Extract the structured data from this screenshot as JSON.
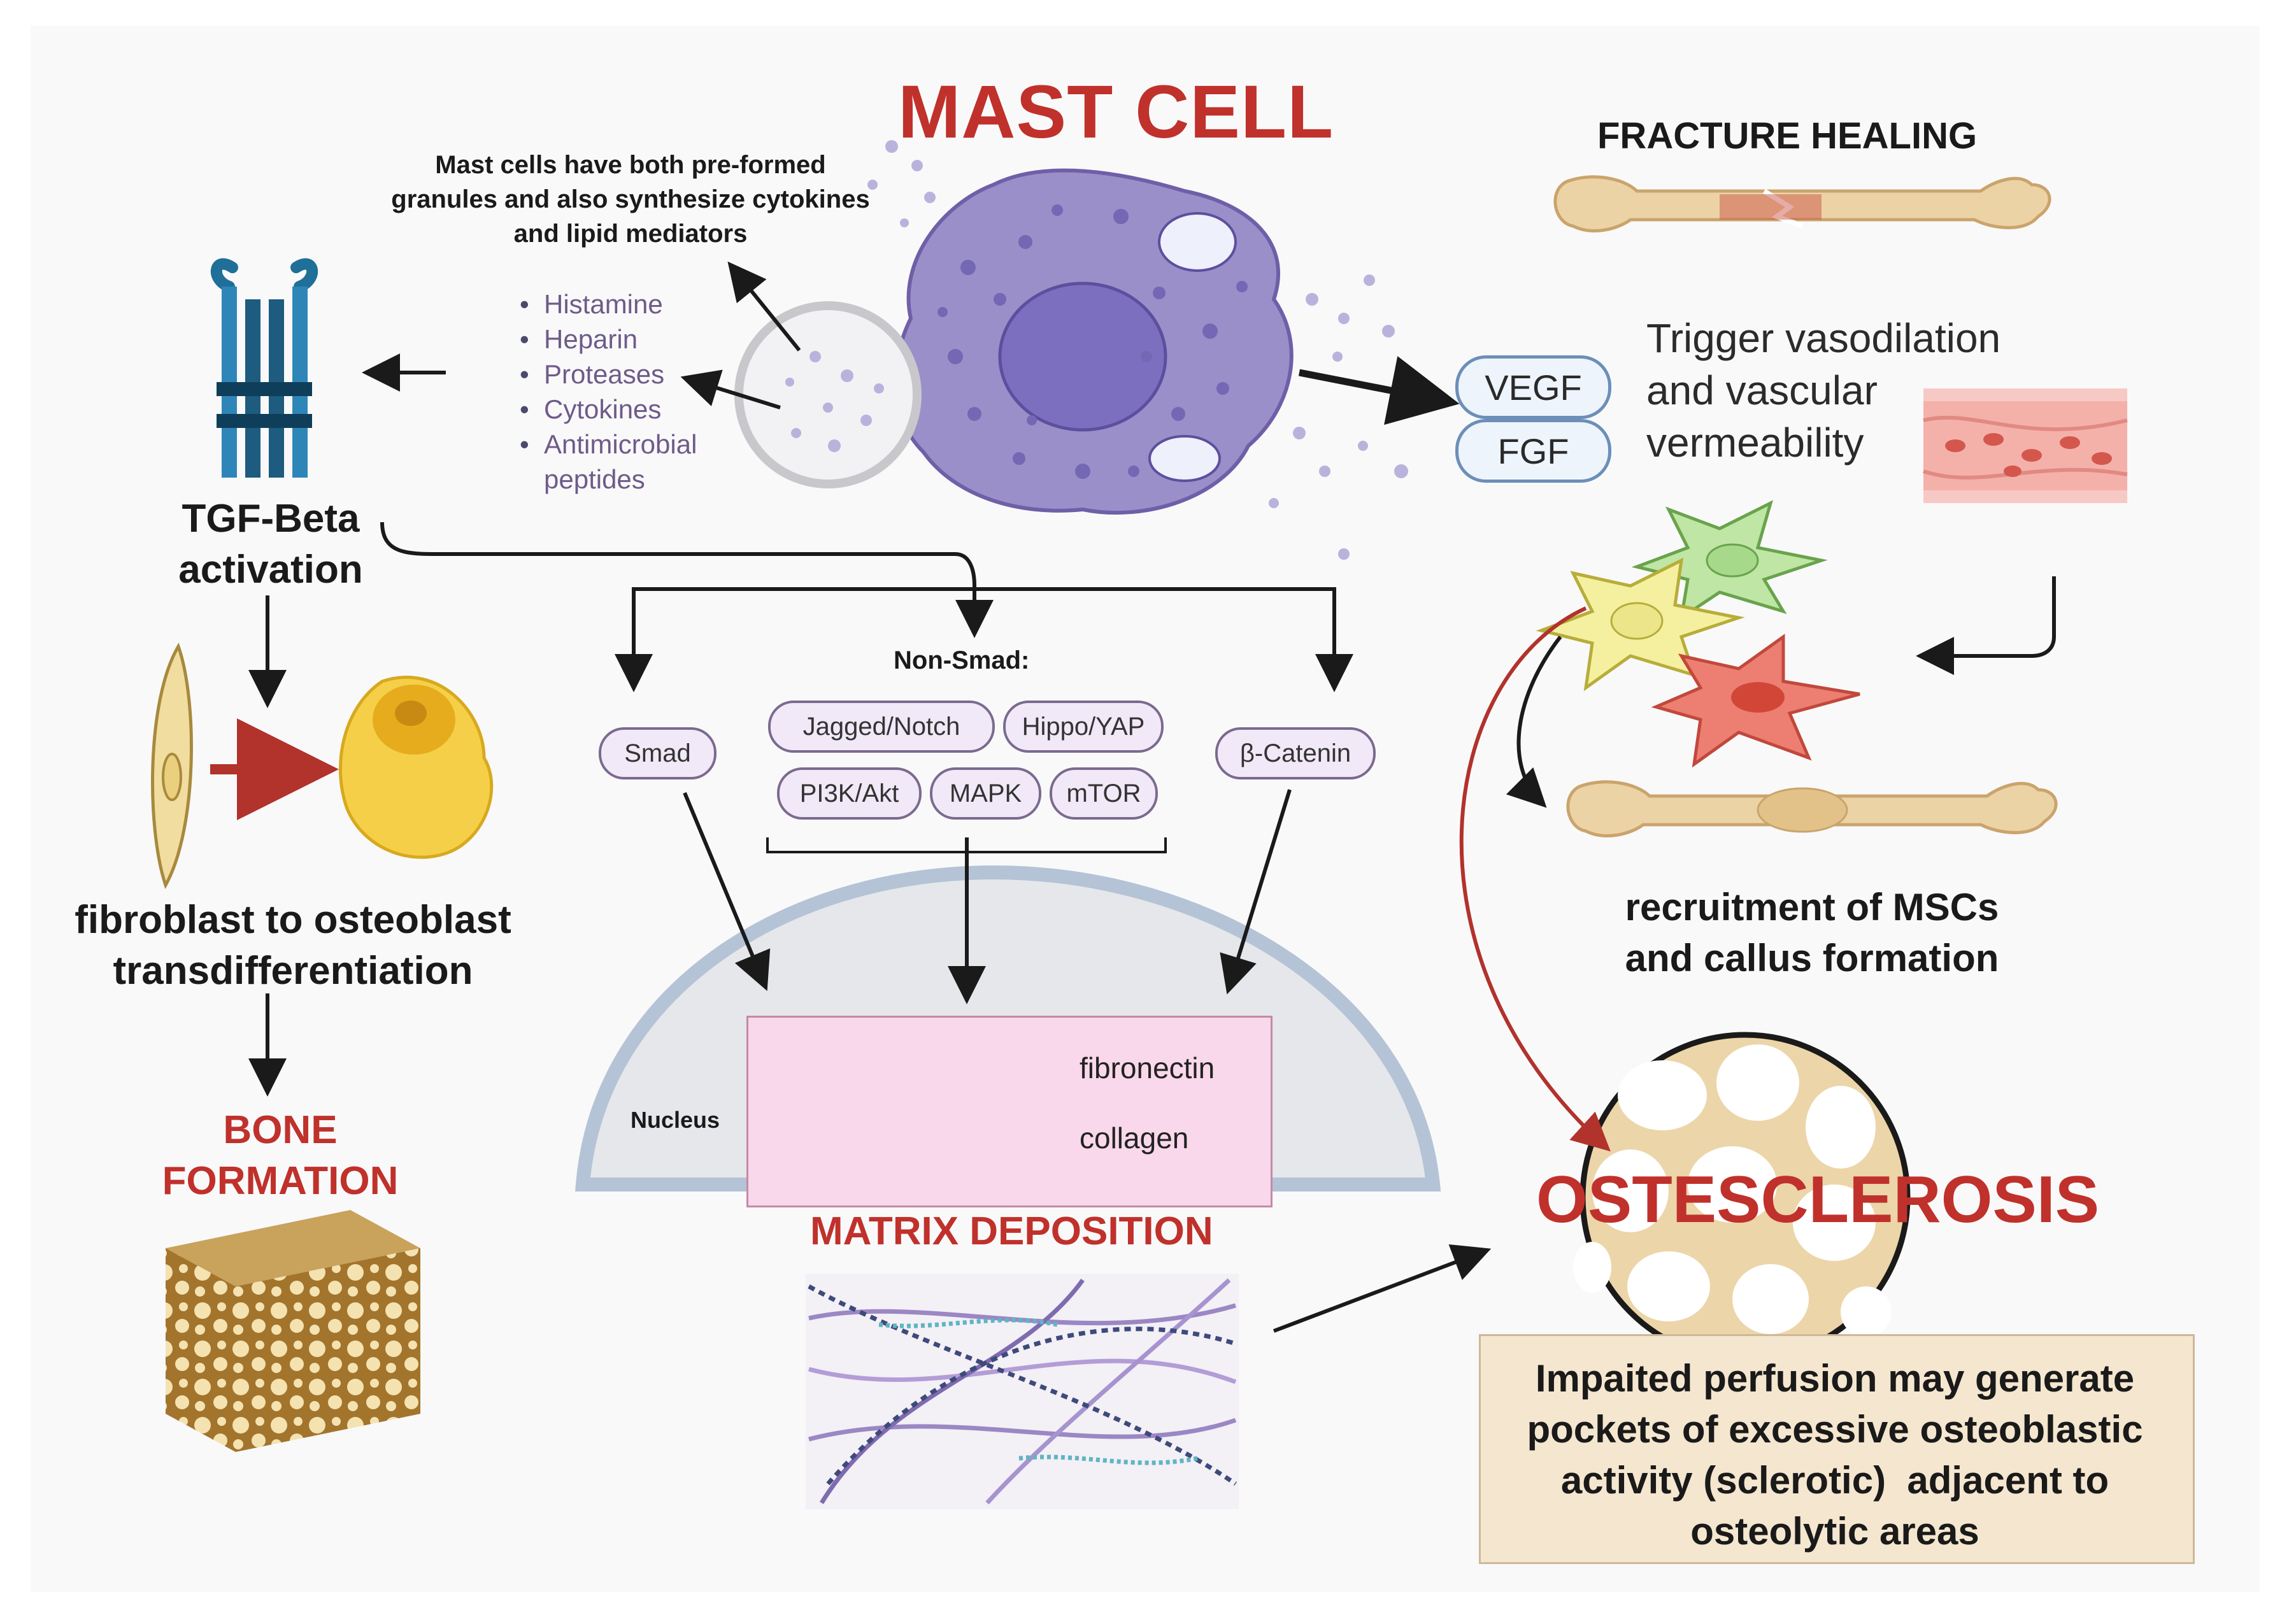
{
  "title": "MAST CELL",
  "mast_note": [
    "Mast cells have both pre-formed",
    "granules and also synthesize cytokines",
    "and lipid mediators"
  ],
  "mediators": [
    "Histamine",
    "Heparin",
    "Proteases",
    "Cytokines",
    "Antimicrobial",
    "peptides"
  ],
  "growth_factors": [
    "VEGF",
    "FGF"
  ],
  "fracture": {
    "heading": "FRACTURE HEALING",
    "vaso": [
      "Trigger vasodilation",
      "and vascular",
      "vermeability"
    ],
    "callus": [
      "recruitment of MSCs",
      "and callus formation"
    ]
  },
  "tgf": [
    "TGF-Beta",
    "activation"
  ],
  "transdiff": [
    "fibroblast to osteoblast",
    "transdifferentiation"
  ],
  "bone_formation": [
    "BONE",
    "FORMATION"
  ],
  "pathways": {
    "non_smad_label": "Non-Smad:",
    "smad": "Smad",
    "beta_catenin": "β-Catenin",
    "non_smad": [
      "Jagged/Notch",
      "Hippo/YAP",
      "PI3K/Akt",
      "MAPK",
      "mTOR"
    ]
  },
  "nucleus": {
    "label": "Nucleus",
    "genes": [
      "fibronectin",
      "collagen"
    ]
  },
  "matrix_deposition": "MATRIX DEPOSITION",
  "osteosclerosis": {
    "title": "OSTESCLEROSIS",
    "note": [
      "Impaited perfusion may generate",
      "pockets of excessive osteoblastic",
      "activity (sclerotic)  adjacent to",
      "osteolytic areas"
    ]
  },
  "colors": {
    "title_red": "#c0312b",
    "mast_purple": "#9b8fc9",
    "nucleus_gray": "#e6e7ea",
    "matrix_pink": "#f8d8ea",
    "note_beige": "#f5e6cf",
    "bone_beige": "#ecd3a6"
  }
}
